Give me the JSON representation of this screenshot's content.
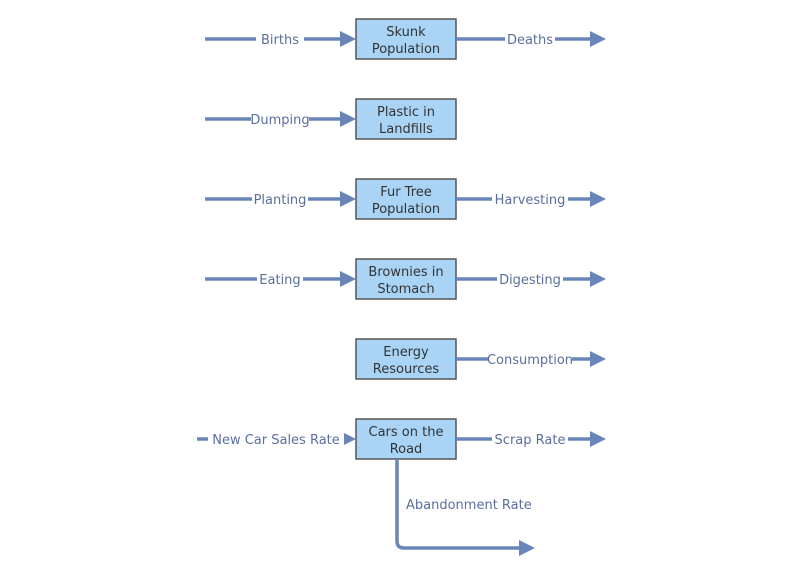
{
  "stocks": {
    "skunk": [
      "Skunk",
      "Population"
    ],
    "plastic": [
      "Plastic in",
      "Landfills"
    ],
    "fur_tree": [
      "Fur Tree",
      "Population"
    ],
    "brownies": [
      "Brownies in",
      "Stomach"
    ],
    "energy": [
      "Energy",
      "Resources"
    ],
    "cars": [
      "Cars on the",
      "Road"
    ]
  },
  "flows": {
    "births": "Births",
    "deaths": "Deaths",
    "dumping": "Dumping",
    "planting": "Planting",
    "harvesting": "Harvesting",
    "eating": "Eating",
    "digesting": "Digesting",
    "consumption": "Consumption",
    "new_car_sales": "New Car Sales Rate",
    "scrap_rate": "Scrap Rate",
    "abandonment_rate": "Abandonment Rate"
  },
  "colors": {
    "stock_fill": "#aad4f5",
    "flow_color": "#6a86b8",
    "flow_text": "#5a6f9e"
  }
}
